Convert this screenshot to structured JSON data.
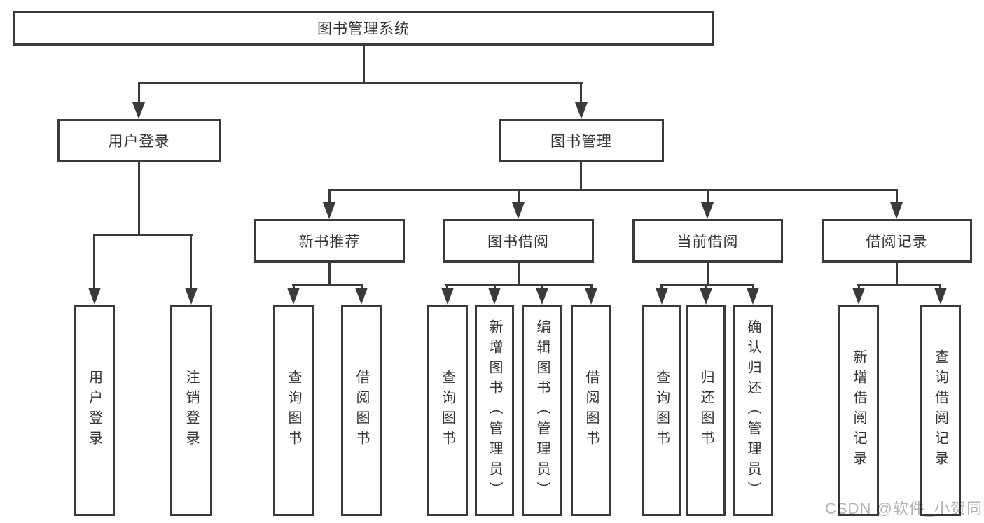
{
  "diagram": {
    "title": "图书管理系统",
    "type": "tree",
    "colors": {
      "line": "#3a3a3a",
      "text": "#333333",
      "background": "#ffffff",
      "watermark": "#b9b0b0"
    },
    "nodes": {
      "root": "图书管理系统",
      "user_login": "用户登录",
      "book_management": "图书管理",
      "new_book_recommendation": "新书推荐",
      "book_borrowing": "图书借阅",
      "current_borrowing": "当前借阅",
      "borrowing_records": "借阅记录",
      "leaf_user_login": "用户登录",
      "leaf_logout": "注销登录",
      "leaf_query_books_recommend": "查询图书",
      "leaf_borrow_books_recommend": "借阅图书",
      "leaf_query_books_borrowing": "查询图书",
      "leaf_add_books_admin": "新增图书（管理员）",
      "leaf_edit_books_admin": "编辑图书（管理员）",
      "leaf_borrow_books_borrowing": "借阅图书",
      "leaf_query_books_current": "查询图书",
      "leaf_return_books": "归还图书",
      "leaf_confirm_return_admin": "确认归还（管理员）",
      "leaf_add_borrow_record": "新增借阅记录",
      "leaf_query_borrow_record": "查询借阅记录"
    },
    "hierarchy": {
      "图书管理系统": {
        "用户登录": [
          "用户登录",
          "注销登录"
        ],
        "图书管理": {
          "新书推荐": [
            "查询图书",
            "借阅图书"
          ],
          "图书借阅": [
            "查询图书",
            "新增图书（管理员）",
            "编辑图书（管理员）",
            "借阅图书"
          ],
          "当前借阅": [
            "查询图书",
            "归还图书",
            "确认归还（管理员）"
          ],
          "借阅记录": [
            "新增借阅记录",
            "查询借阅记录"
          ]
        }
      }
    }
  },
  "watermark": {
    "text": "CSDN @软件_小贺同学"
  }
}
